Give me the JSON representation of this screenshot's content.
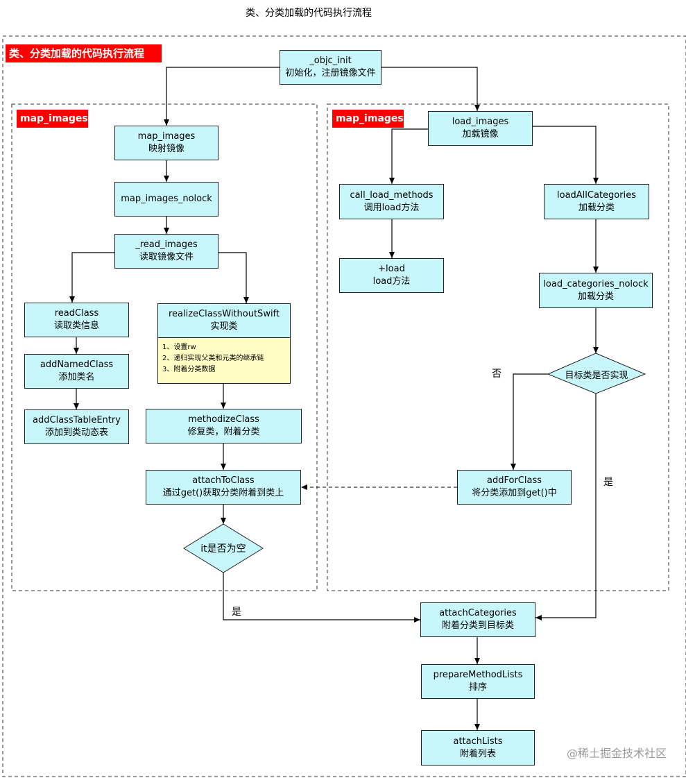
{
  "title": "类、分类加载的代码执行流程",
  "outer_tag": "类、分类加载的代码执行流程",
  "left_group_tag": "map_images",
  "right_group_tag": "map_images",
  "nodes": {
    "objc_init": [
      "_objc_init",
      "初始化，注册镜像文件"
    ],
    "map_images": [
      "map_images",
      "映射镜像"
    ],
    "map_images_nolock": [
      "map_images_nolock"
    ],
    "read_images": [
      "_read_images",
      "读取镜像文件"
    ],
    "readClass": [
      "readClass",
      "读取类信息"
    ],
    "addNamedClass": [
      "addNamedClass",
      "添加类名"
    ],
    "addClassTableEntry": [
      "addClassTableEntry",
      "添加到类动态表"
    ],
    "realizeClassWithoutSwift": [
      "realizeClassWithoutSwift",
      "实现类"
    ],
    "realize_note": [
      "1、设置rw",
      "2、递归实现父类和元类的继承链",
      "3、附着分类数据"
    ],
    "methodizeClass": [
      "methodizeClass",
      "修复类，附着分类"
    ],
    "attachToClass": [
      "attachToClass",
      "通过get()获取分类附着到类上"
    ],
    "it_empty": "it是否为空",
    "load_images": [
      "load_images",
      "加载镜像"
    ],
    "call_load_methods": [
      "call_load_methods",
      "调用load方法"
    ],
    "plus_load": [
      "+load",
      "load方法"
    ],
    "loadAllCategories": [
      "loadAllCategories",
      "加载分类"
    ],
    "load_categories_nolock": [
      "load_categories_nolock",
      "加载分类"
    ],
    "target_realized": "目标类是否实现",
    "addForClass": [
      "addForClass",
      "将分类添加到get()中"
    ],
    "attachCategories": [
      "attachCategories",
      "附着分类到目标类"
    ],
    "prepareMethodLists": [
      "prepareMethodLists",
      "排序"
    ],
    "attachLists": [
      "attachLists",
      "附着列表"
    ]
  },
  "edge_labels": {
    "no": "否",
    "yes_right": "是",
    "yes_left": "是"
  },
  "watermark": "@稀土掘金技术社区",
  "colors": {
    "box_fill": "#c8f7fb",
    "note_fill": "#fffcc4",
    "tag_fill": "#ff0000",
    "stroke": "#222222"
  }
}
